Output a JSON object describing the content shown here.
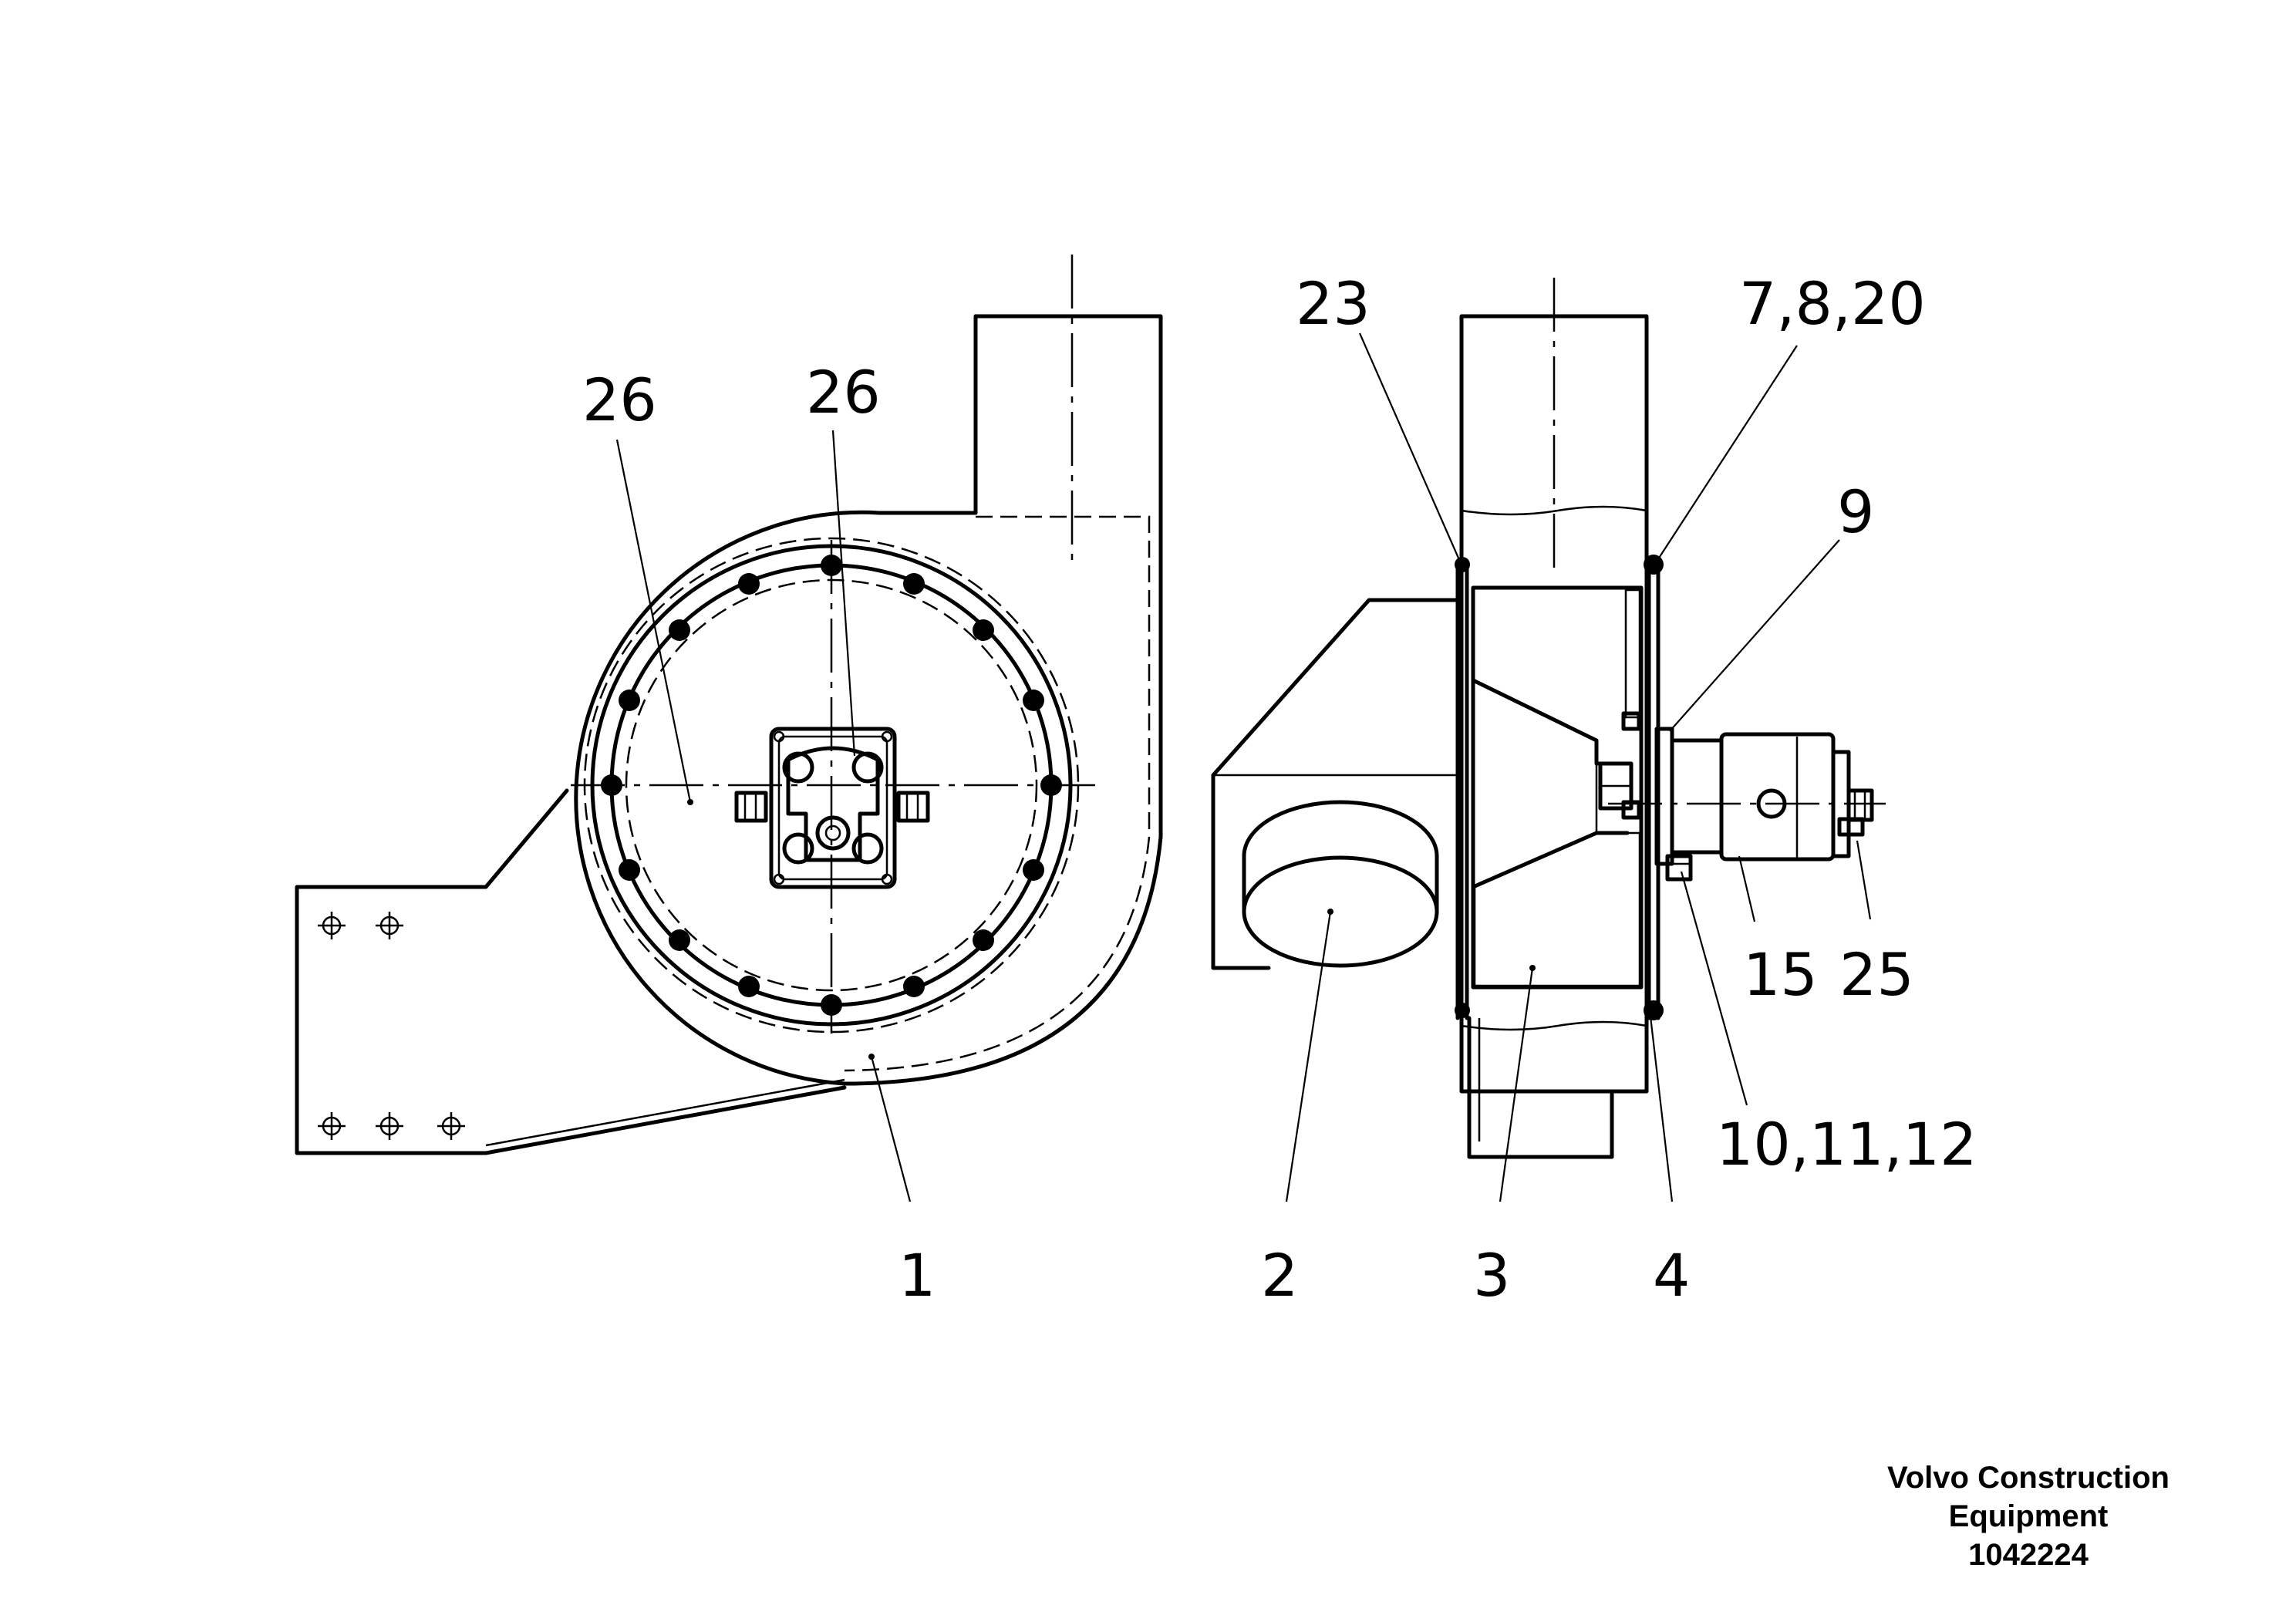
{
  "part_labels": {
    "l1": "1",
    "l2": "2",
    "l3": "3",
    "l4": "4",
    "l9": "9",
    "l15": "15",
    "l23": "23",
    "l25": "25",
    "l26a": "26",
    "l26b": "26",
    "l7_8_20": "7,8,20",
    "l10_11_12": "10,11,12"
  },
  "title_block": {
    "company_line1": "Volvo Construction",
    "company_line2": "Equipment",
    "drawing_number": "1042224"
  }
}
